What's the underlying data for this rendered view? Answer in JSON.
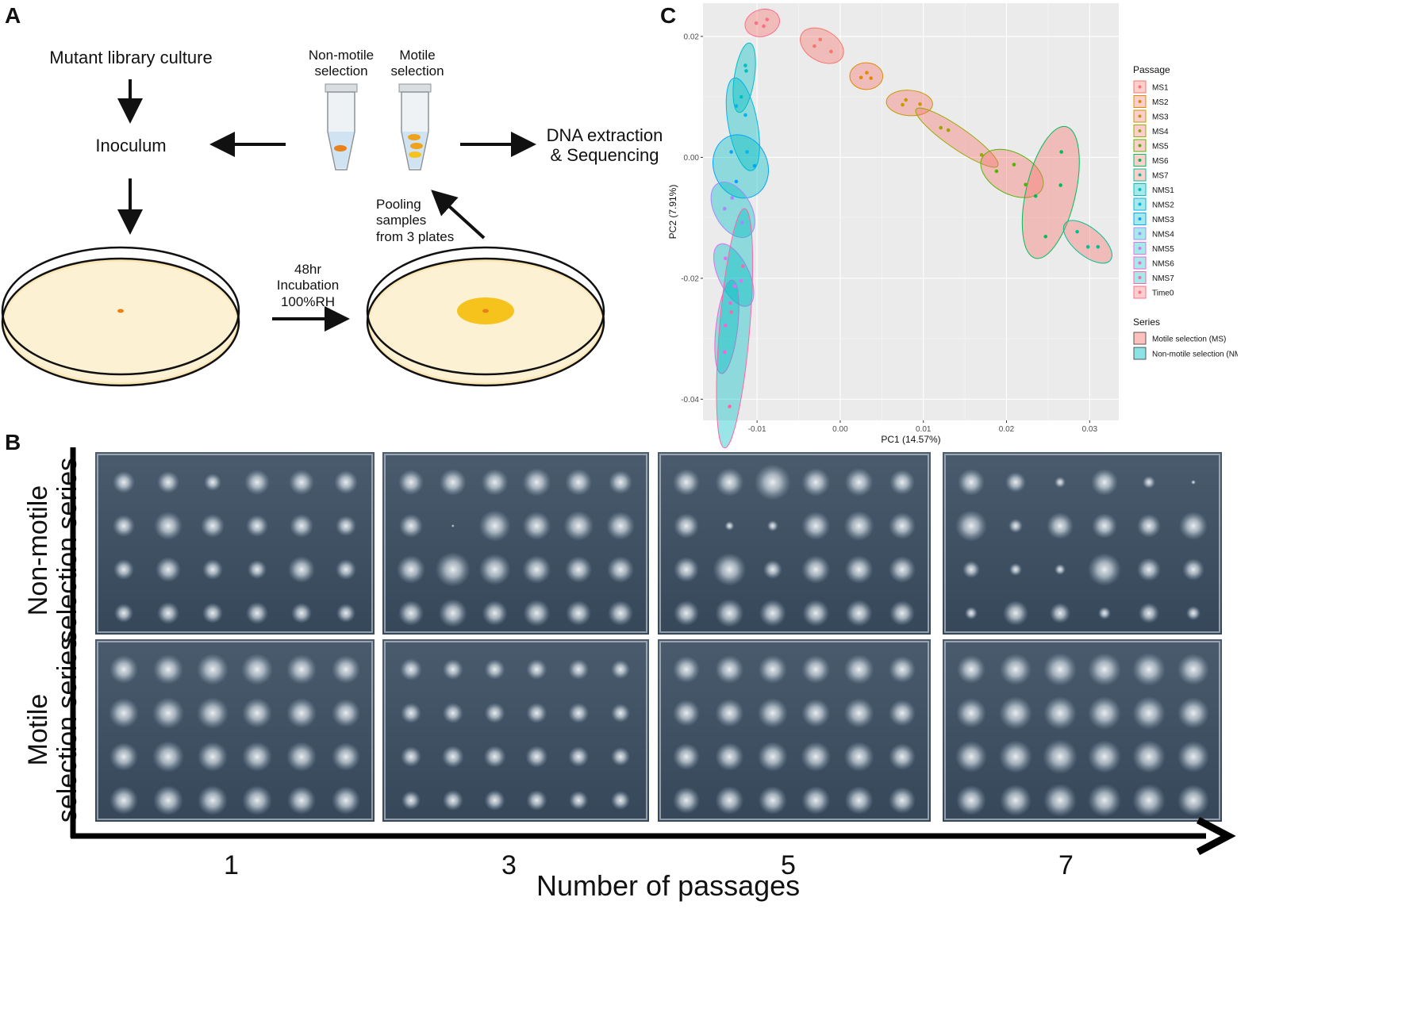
{
  "panel_a": {
    "letter": "A",
    "mutant_library": "Mutant library culture",
    "inoculum": "Inoculum",
    "non_motile_selection": "Non-motile\nselection",
    "motile_selection": "Motile\nselection",
    "dna_extraction": "DNA extraction\n& Sequencing",
    "pooling": "Pooling\nsamples\nfrom 3 plates",
    "incubation": "48hr\nIncubation\n100%RH",
    "colors": {
      "plate_fill": "#fdf1d3",
      "plate_rim": "#fbe6b5",
      "inoculum_dot": "#e8811a",
      "colony": "#f6c21c",
      "tube_pellet": "#f0a21c"
    }
  },
  "panel_b": {
    "letter": "B",
    "row_labels": [
      "Non-motile\nselection series",
      "Motile\nselection series"
    ],
    "passages": [
      "1",
      "3",
      "5",
      "7"
    ],
    "x_axis_title": "Number of passages",
    "colors": {
      "agar": "#3b4c5e",
      "colony": "#dfe6ec"
    }
  },
  "panel_c": {
    "letter": "C",
    "chart_data": {
      "type": "scatter",
      "xlabel": "PC1 (14.57%)",
      "ylabel": "PC2 (7.91%)",
      "xlim": [
        -0.0165,
        0.0335
      ],
      "ylim": [
        -0.0435,
        0.0255
      ],
      "xticks": [
        "-0.01",
        "0.00",
        "0.01",
        "0.02",
        "0.03"
      ],
      "xtick_values": [
        -0.01,
        0.0,
        0.01,
        0.02,
        0.03
      ],
      "yticks": [
        "0.02",
        "0.00",
        "-0.02",
        "-0.04"
      ],
      "ytick_values": [
        0.02,
        0.0,
        -0.02,
        -0.04
      ],
      "grid": true,
      "background": "#ebebeb",
      "legend_passage_title": "Passage",
      "legend_series_title": "Series",
      "series": [
        {
          "name": "MS1",
          "color": "#F8766D",
          "series_group": "MS",
          "points": [
            [
              -0.0031,
              0.0184
            ],
            [
              -0.0024,
              0.0195
            ],
            [
              -0.0011,
              0.0175
            ]
          ]
        },
        {
          "name": "MS2",
          "color": "#E38900",
          "series_group": "MS",
          "points": [
            [
              0.0025,
              0.0132
            ],
            [
              0.0032,
              0.014
            ],
            [
              0.0037,
              0.0131
            ]
          ]
        },
        {
          "name": "MS3",
          "color": "#C49A00",
          "series_group": "MS",
          "points": [
            [
              0.0075,
              0.0087
            ],
            [
              0.0079,
              0.0095
            ],
            [
              0.0096,
              0.0088
            ]
          ]
        },
        {
          "name": "MS4",
          "color": "#99A800",
          "series_group": "MS",
          "points": [
            [
              0.0121,
              0.0049
            ],
            [
              0.013,
              0.0045
            ],
            [
              0.017,
              0.0004
            ]
          ]
        },
        {
          "name": "MS5",
          "color": "#53B400",
          "series_group": "MS",
          "points": [
            [
              0.0188,
              -0.0023
            ],
            [
              0.0209,
              -0.0012
            ],
            [
              0.0223,
              -0.0045
            ]
          ]
        },
        {
          "name": "MS6",
          "color": "#00BC56",
          "series_group": "MS",
          "points": [
            [
              0.0235,
              -0.0064
            ],
            [
              0.0247,
              -0.0131
            ],
            [
              0.0265,
              -0.0046
            ],
            [
              0.0266,
              0.0009
            ]
          ]
        },
        {
          "name": "MS7",
          "color": "#00C094",
          "series_group": "MS",
          "points": [
            [
              0.0285,
              -0.0123
            ],
            [
              0.0298,
              -0.0148
            ],
            [
              0.031,
              -0.0148
            ]
          ]
        },
        {
          "name": "NMS1",
          "color": "#00BFC4",
          "series_group": "NMS",
          "points": [
            [
              -0.0114,
              0.0152
            ],
            [
              -0.0113,
              0.0143
            ],
            [
              -0.0119,
              0.01
            ]
          ]
        },
        {
          "name": "NMS2",
          "color": "#00B6EB",
          "series_group": "NMS",
          "points": [
            [
              -0.0114,
              0.007
            ],
            [
              -0.0125,
              0.0085
            ],
            [
              -0.0112,
              0.0009
            ]
          ]
        },
        {
          "name": "NMS3",
          "color": "#06A4FF",
          "series_group": "NMS",
          "points": [
            [
              -0.0131,
              0.0009
            ],
            [
              -0.0103,
              -0.0014
            ],
            [
              -0.0125,
              -0.004
            ]
          ]
        },
        {
          "name": "NMS4",
          "color": "#A58AFF",
          "series_group": "NMS",
          "points": [
            [
              -0.013,
              -0.0067
            ],
            [
              -0.0118,
              -0.0108
            ],
            [
              -0.0139,
              -0.0085
            ]
          ]
        },
        {
          "name": "NMS5",
          "color": "#DF70F8",
          "series_group": "NMS",
          "points": [
            [
              -0.0138,
              -0.0167
            ],
            [
              -0.0119,
              -0.0204
            ],
            [
              -0.0127,
              -0.0213
            ]
          ]
        },
        {
          "name": "NMS6",
          "color": "#FB61D7",
          "series_group": "NMS",
          "points": [
            [
              -0.0138,
              -0.0278
            ],
            [
              -0.0132,
              -0.0241
            ],
            [
              -0.0139,
              -0.0322
            ]
          ]
        },
        {
          "name": "NMS7",
          "color": "#FF66A8",
          "series_group": "NMS",
          "points": [
            [
              -0.0133,
              -0.0412
            ],
            [
              -0.0117,
              -0.018
            ],
            [
              -0.0131,
              -0.0256
            ]
          ]
        },
        {
          "name": "Time0",
          "color": "#FF6C91",
          "series_group": "Time0",
          "points": [
            [
              -0.0101,
              0.0222
            ],
            [
              -0.0092,
              0.0217
            ],
            [
              -0.0088,
              0.0228
            ]
          ]
        }
      ],
      "series_legend": [
        {
          "name": "Motile selection (MS)",
          "color": "#F8766D"
        },
        {
          "name": "Non-motile selection (NMS)",
          "color": "#00BFC4"
        }
      ]
    }
  }
}
